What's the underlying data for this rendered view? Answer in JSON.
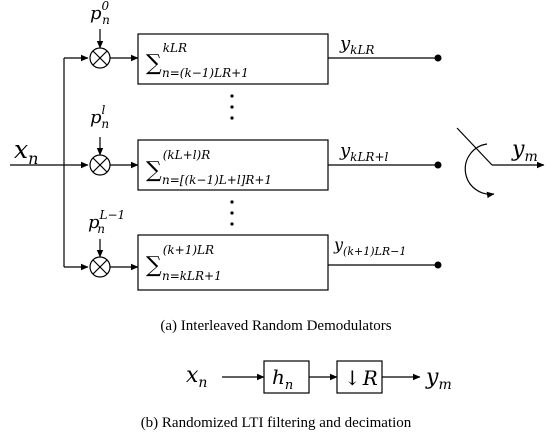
{
  "input_signal": {
    "symbol": "x",
    "subscript": "n"
  },
  "output_signal": {
    "symbol": "y",
    "subscript": "m"
  },
  "branches": [
    {
      "modulator": {
        "base": "p",
        "sub": "n",
        "sup": "0"
      },
      "summation": {
        "lower": "n=(k−1)LR+1",
        "upper": "kLR"
      },
      "output": {
        "base": "y",
        "sub": "kLR"
      }
    },
    {
      "modulator": {
        "base": "p",
        "sub": "n",
        "sup": "l"
      },
      "summation": {
        "lower": "n=[(k−1)L+l]R+1",
        "upper": "(kL+l)R"
      },
      "output": {
        "base": "y",
        "sub": "kLR+l"
      }
    },
    {
      "modulator": {
        "base": "p",
        "sub": "n",
        "sup": "L−1"
      },
      "summation": {
        "lower": "n=kLR+1",
        "upper": "(k+1)LR"
      },
      "output": {
        "base": "y",
        "sub": "(k+1)LR−1"
      }
    }
  ],
  "captions": {
    "a": "(a) Interleaved Random Demodulators",
    "b": "(b) Randomized LTI filtering and decimation"
  },
  "filter_chain": {
    "input": {
      "symbol": "x",
      "subscript": "n"
    },
    "filter": {
      "symbol": "h",
      "subscript": "n"
    },
    "decimator": {
      "arrow": "↓",
      "symbol": "R"
    },
    "output": {
      "symbol": "y",
      "subscript": "m"
    }
  },
  "symbols": {
    "sigma": "∑",
    "multiplier": "⊗"
  }
}
